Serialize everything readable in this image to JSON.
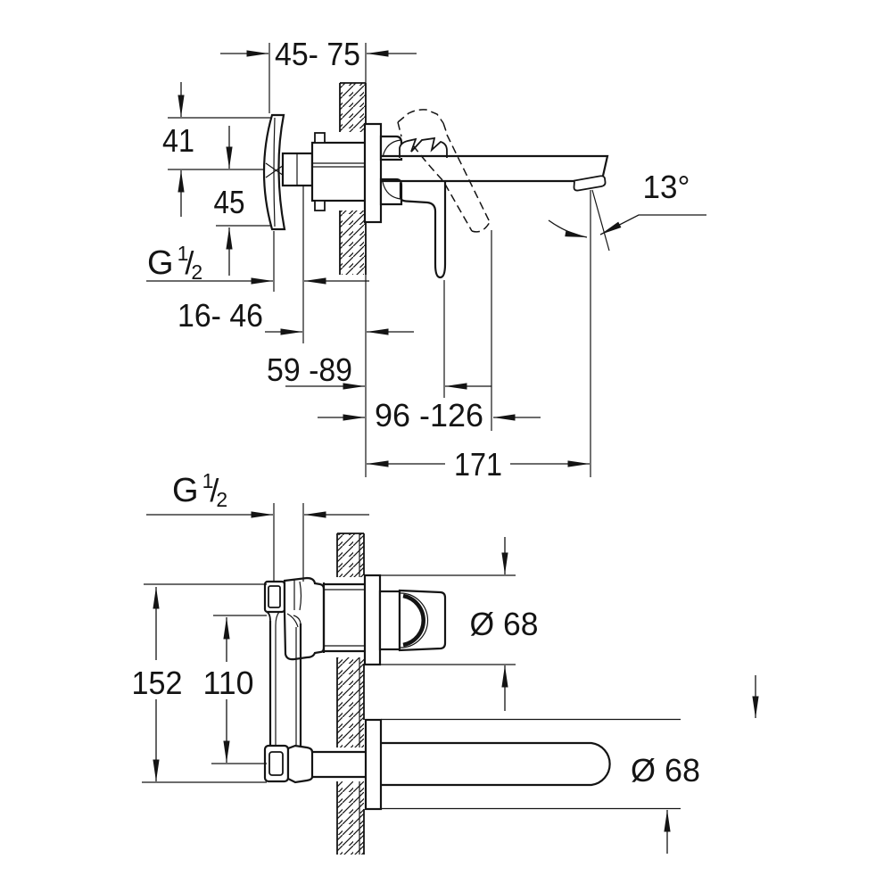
{
  "drawing": {
    "background": "#ffffff",
    "line_color": "#141414",
    "side_view": {
      "labels": {
        "depth_range": "45- 75",
        "height_above_center": "41",
        "height_below_center": "45",
        "thread": {
          "base": "G",
          "sup": "1",
          "slash": "/",
          "sub": "2"
        },
        "inset_range": "16- 46",
        "lever_reach_closed": "59 -89",
        "lever_reach_open": "96 -126",
        "spout_reach": "171",
        "spout_angle": "13°"
      }
    },
    "plan_view": {
      "labels": {
        "thread": {
          "base": "G",
          "sup": "1",
          "slash": "/",
          "sub": "2"
        },
        "total_height": "152",
        "pipe_center_distance": "110",
        "escutcheon_upper_diameter": "Ø 68",
        "escutcheon_lower_diameter": "Ø 68"
      }
    }
  }
}
